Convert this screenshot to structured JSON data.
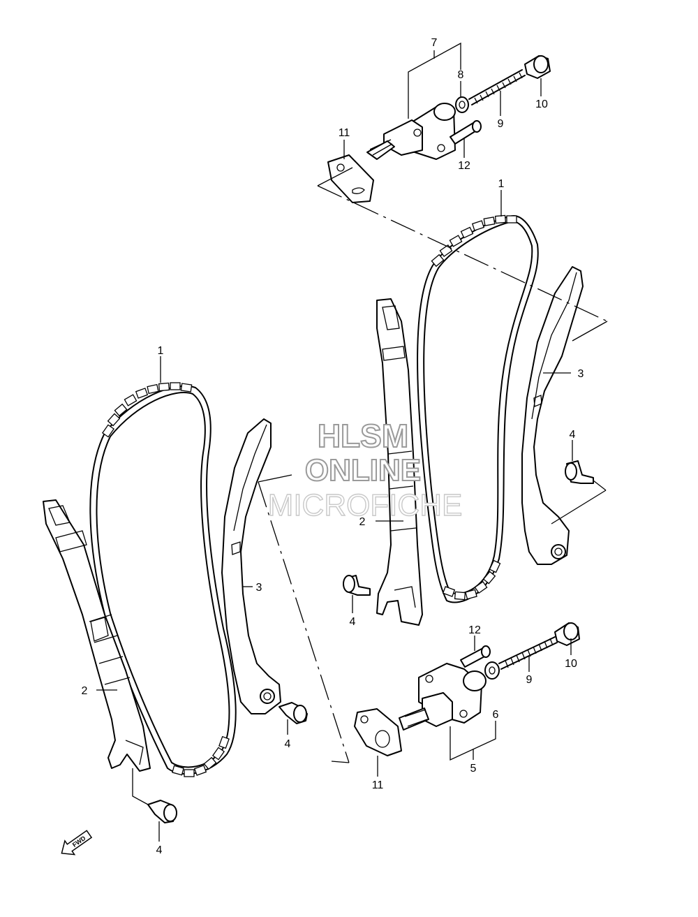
{
  "callouts": [
    {
      "id": "c1a",
      "text": "1"
    },
    {
      "id": "c1b",
      "text": "1"
    },
    {
      "id": "c2a",
      "text": "2"
    },
    {
      "id": "c2b",
      "text": "2"
    },
    {
      "id": "c3a",
      "text": "3"
    },
    {
      "id": "c3b",
      "text": "3"
    },
    {
      "id": "c4a",
      "text": "4"
    },
    {
      "id": "c4b",
      "text": "4"
    },
    {
      "id": "c4c",
      "text": "4"
    },
    {
      "id": "c4d",
      "text": "4"
    },
    {
      "id": "c5",
      "text": "5"
    },
    {
      "id": "c6",
      "text": "6"
    },
    {
      "id": "c7",
      "text": "7"
    },
    {
      "id": "c8",
      "text": "8"
    },
    {
      "id": "c9a",
      "text": "9"
    },
    {
      "id": "c9b",
      "text": "9"
    },
    {
      "id": "c10a",
      "text": "10"
    },
    {
      "id": "c10b",
      "text": "10"
    },
    {
      "id": "c11a",
      "text": "11"
    },
    {
      "id": "c11b",
      "text": "11"
    },
    {
      "id": "c12a",
      "text": "12"
    },
    {
      "id": "c12b",
      "text": "12"
    }
  ],
  "watermark": {
    "line1": "HLSM",
    "line2": "ONLINE",
    "line3": "MICROFICHE"
  },
  "fwd_arrow": {
    "label": "FWD",
    "icon": "fwd-arrow-icon"
  }
}
